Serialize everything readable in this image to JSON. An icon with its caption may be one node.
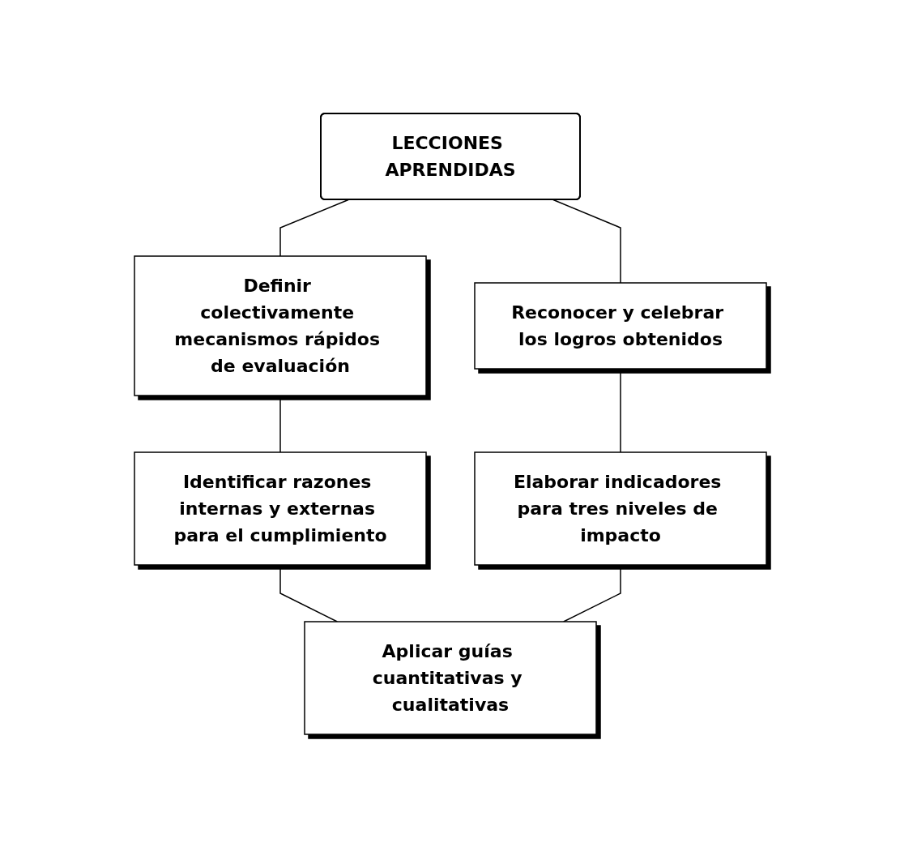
{
  "diagram": {
    "nodes": [
      {
        "text": [
          "LECCIONES APRENDIDAS"
        ]
      },
      {
        "text": [
          "Definir colectivamente mecanismos rápidos de evaluación"
        ]
      },
      {
        "text": [
          "Reconocer y celebrar los logros obtenidos"
        ]
      },
      {
        "text": [
          "Identificar razones internas y externas para el cumplimiento"
        ]
      },
      {
        "text": [
          "Elaborar indicadores para tres niveles de impacto"
        ]
      },
      {
        "text": [
          "Aplicar guías cuantitativas y cualitativas"
        ]
      }
    ],
    "edges": [
      {
        "from": 0,
        "to": 1,
        "arrow": "none"
      },
      {
        "from": 0,
        "to": 2,
        "arrow": "none"
      },
      {
        "from": 1,
        "to": 3,
        "arrow": "none"
      },
      {
        "from": 2,
        "to": 4,
        "arrow": "none"
      },
      {
        "from": 3,
        "to": 5,
        "arrow": "none"
      },
      {
        "from": 4,
        "to": 5,
        "arrow": "none"
      }
    ]
  }
}
